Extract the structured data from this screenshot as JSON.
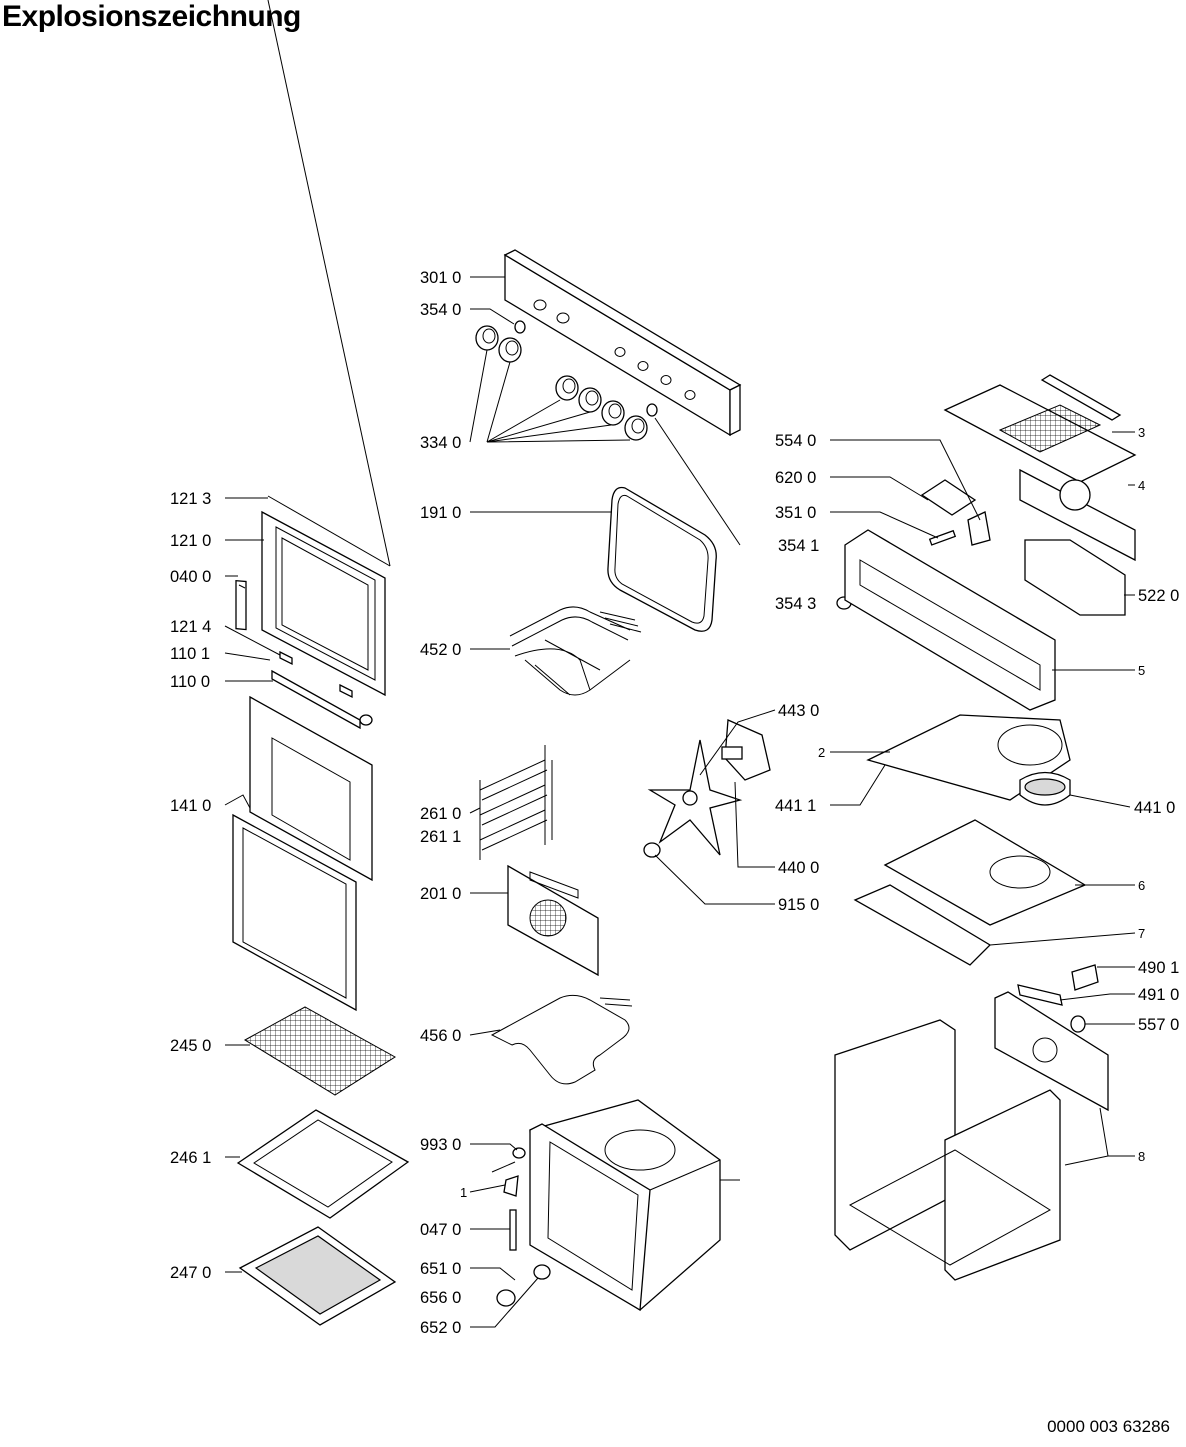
{
  "title": "Explosionszeichnung",
  "document_number": "0000 003 63286",
  "labels": {
    "l3010": "301 0",
    "l3540": "354 0",
    "l3340": "334 0",
    "l1910": "191 0",
    "l3541": "354 1",
    "l4520": "452 0",
    "l5540": "554 0",
    "l6200": "620 0",
    "l3510": "351 0",
    "l3543": "354 3",
    "l5220": "522 0",
    "l3": "3",
    "l4": "4",
    "l5": "5",
    "l1213": "121 3",
    "l1210": "121 0",
    "l0400": "040 0",
    "l1214": "121 4",
    "l1101": "110 1",
    "l1100": "110 0",
    "l1410": "141 0",
    "l2450": "245 0",
    "l2461": "246 1",
    "l2470": "247 0",
    "l2610": "261 0",
    "l2611": "261 1",
    "l2010": "201 0",
    "l4560": "456 0",
    "l4430": "443 0",
    "l4400": "440 0",
    "l9150": "915 0",
    "l2": "2",
    "l4411": "441 1",
    "l4410": "441 0",
    "l6": "6",
    "l7": "7",
    "l4901": "490 1",
    "l4910": "491 0",
    "l5570": "557 0",
    "l8": "8",
    "l9930": "993 0",
    "l1": "1",
    "l0470": "047 0",
    "l6510": "651 0",
    "l6560": "656 0",
    "l6520": "652 0"
  }
}
